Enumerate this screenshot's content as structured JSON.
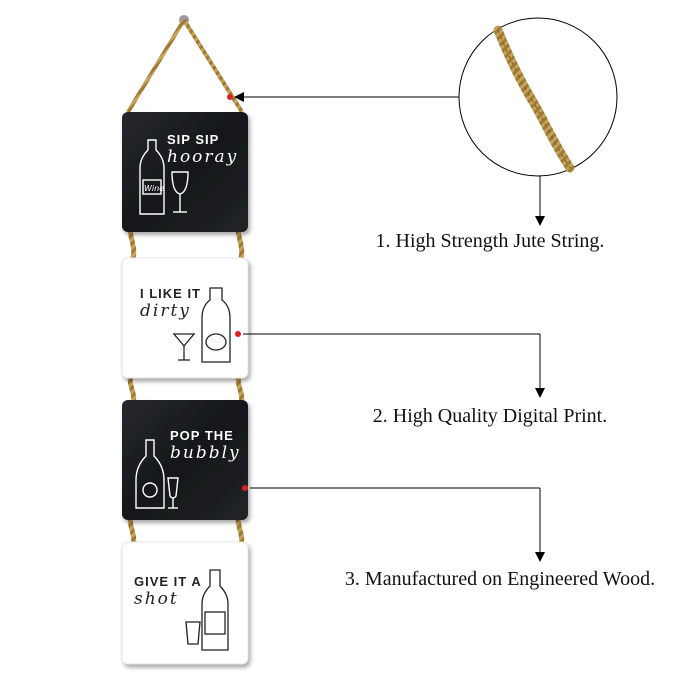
{
  "plaques": [
    {
      "theme": "dark",
      "line1": "SIP SIP",
      "line2": "hooray",
      "label_text": "Wine"
    },
    {
      "theme": "light",
      "line1": "I LIKE IT",
      "line2": "dirty"
    },
    {
      "theme": "dark",
      "line1": "POP THE",
      "line2": "bubbly"
    },
    {
      "theme": "light",
      "line1": "GIVE IT A",
      "line2": "shot"
    }
  ],
  "features": [
    {
      "label": "1. High Strength Jute String."
    },
    {
      "label": "2. High Quality Digital Print."
    },
    {
      "label": "3. Manufactured on Engineered Wood."
    }
  ],
  "colors": {
    "dark_plaque": "#1b1d21",
    "light_plaque": "#ffffff",
    "rope": "#c7a25a",
    "marker": "#e0201a",
    "leader_line": "#000000"
  }
}
